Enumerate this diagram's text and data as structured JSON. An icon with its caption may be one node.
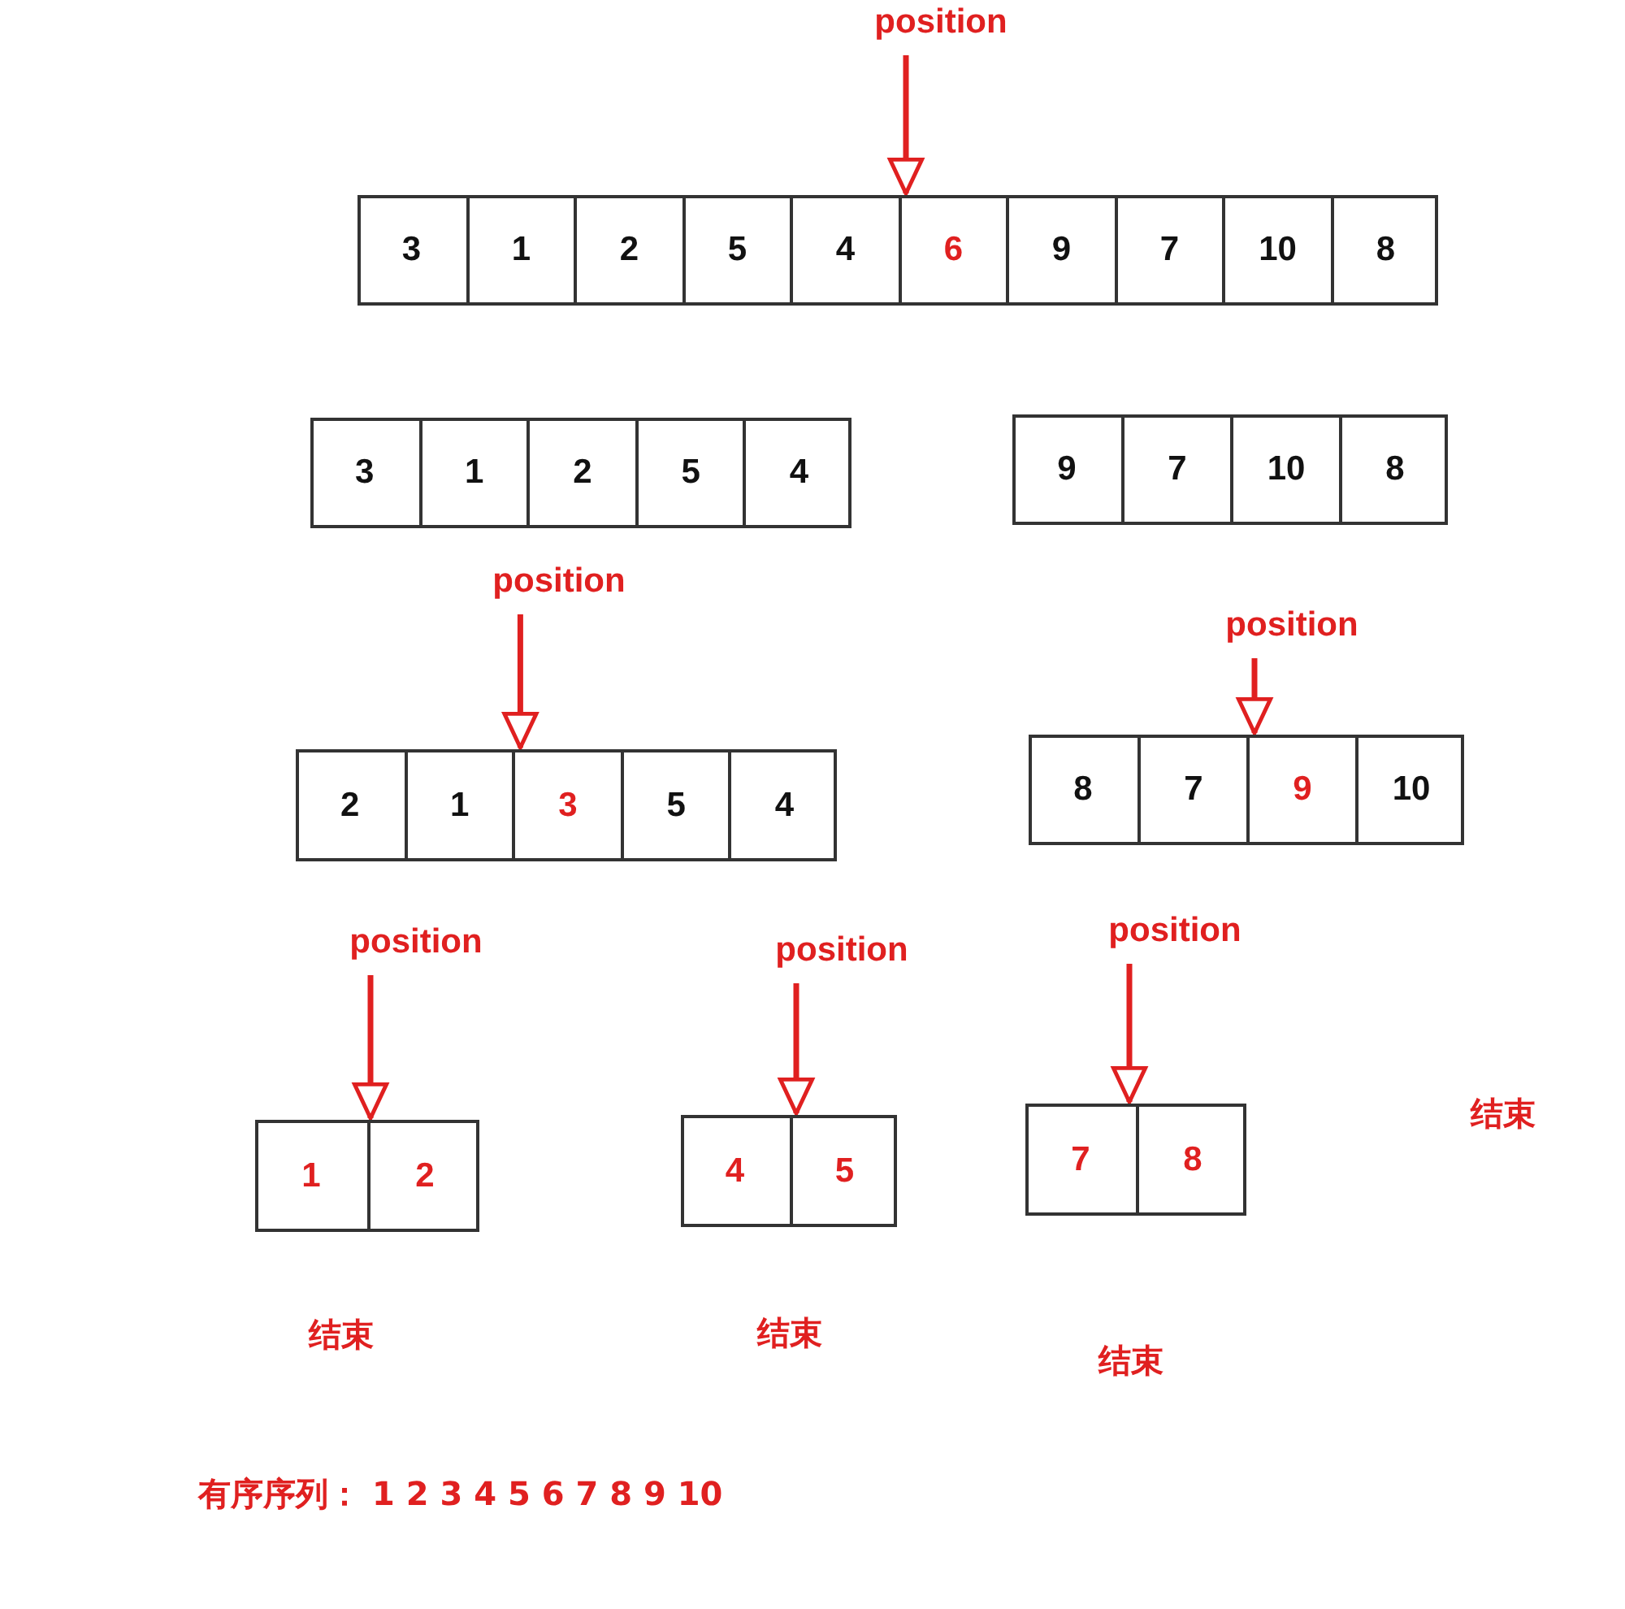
{
  "diagram": {
    "nodes": [
      {
        "text": [
          "position"
        ]
      },
      {
        "text": [],
        "shape": "box"
      },
      {
        "text": [
          "3"
        ],
        "in": 1
      },
      {
        "text": [
          "1"
        ],
        "in": 1
      },
      {
        "text": [
          "2"
        ],
        "in": 1
      },
      {
        "text": [
          "5"
        ],
        "in": 1
      },
      {
        "text": [
          "4"
        ],
        "in": 1
      },
      {
        "text": [
          "6"
        ],
        "in": 1
      },
      {
        "text": [
          "9"
        ],
        "in": 1
      },
      {
        "text": [
          "7"
        ],
        "in": 1
      },
      {
        "text": [
          "10"
        ],
        "in": 1
      },
      {
        "text": [
          "8"
        ],
        "in": 1
      },
      {
        "text": [],
        "shape": "box"
      },
      {
        "text": [
          "3"
        ],
        "in": 12
      },
      {
        "text": [
          "1"
        ],
        "in": 12
      },
      {
        "text": [
          "2"
        ],
        "in": 12
      },
      {
        "text": [
          "5"
        ],
        "in": 12
      },
      {
        "text": [
          "4"
        ],
        "in": 12
      },
      {
        "text": [],
        "shape": "box"
      },
      {
        "text": [
          "9"
        ],
        "in": 18
      },
      {
        "text": [
          "7"
        ],
        "in": 18
      },
      {
        "text": [
          "10"
        ],
        "in": 18
      },
      {
        "text": [
          "8"
        ],
        "in": 18
      },
      {
        "text": [
          "position"
        ]
      },
      {
        "text": [],
        "shape": "box"
      },
      {
        "text": [
          "2"
        ],
        "in": 24
      },
      {
        "text": [
          "1"
        ],
        "in": 24
      },
      {
        "text": [
          "3"
        ],
        "in": 24
      },
      {
        "text": [
          "5"
        ],
        "in": 24
      },
      {
        "text": [
          "4"
        ],
        "in": 24
      },
      {
        "text": [
          "position"
        ]
      },
      {
        "text": [],
        "shape": "box"
      },
      {
        "text": [
          "8"
        ],
        "in": 31
      },
      {
        "text": [
          "7"
        ],
        "in": 31
      },
      {
        "text": [
          "9"
        ],
        "in": 31
      },
      {
        "text": [
          "10"
        ],
        "in": 31
      },
      {
        "text": [
          "position"
        ]
      },
      {
        "text": [],
        "shape": "box"
      },
      {
        "text": [
          "1"
        ],
        "in": 37
      },
      {
        "text": [
          "2"
        ],
        "in": 37
      },
      {
        "text": [
          "position"
        ]
      },
      {
        "text": [],
        "shape": "box"
      },
      {
        "text": [
          "4"
        ],
        "in": 41
      },
      {
        "text": [
          "5"
        ],
        "in": 41
      },
      {
        "text": [
          "position"
        ]
      },
      {
        "text": [],
        "shape": "box"
      },
      {
        "text": [
          "7"
        ],
        "in": 45
      },
      {
        "text": [
          "8"
        ],
        "in": 45
      }
    ],
    "edges": [
      {
        "from": 0,
        "to": 7,
        "arrow": "to"
      },
      {
        "from": 23,
        "to": 27,
        "arrow": "to"
      },
      {
        "from": 30,
        "to": 34,
        "arrow": "to"
      },
      {
        "from": 36,
        "to": 37,
        "arrow": "to"
      },
      {
        "from": 40,
        "to": 41,
        "arrow": "to"
      },
      {
        "from": 44,
        "to": 45,
        "arrow": "to"
      }
    ],
    "labels": [
      "结束",
      "结束",
      "结束",
      "结束",
      "有序序列： 1 2 3 4 5 6 7 8 9 10"
    ]
  }
}
